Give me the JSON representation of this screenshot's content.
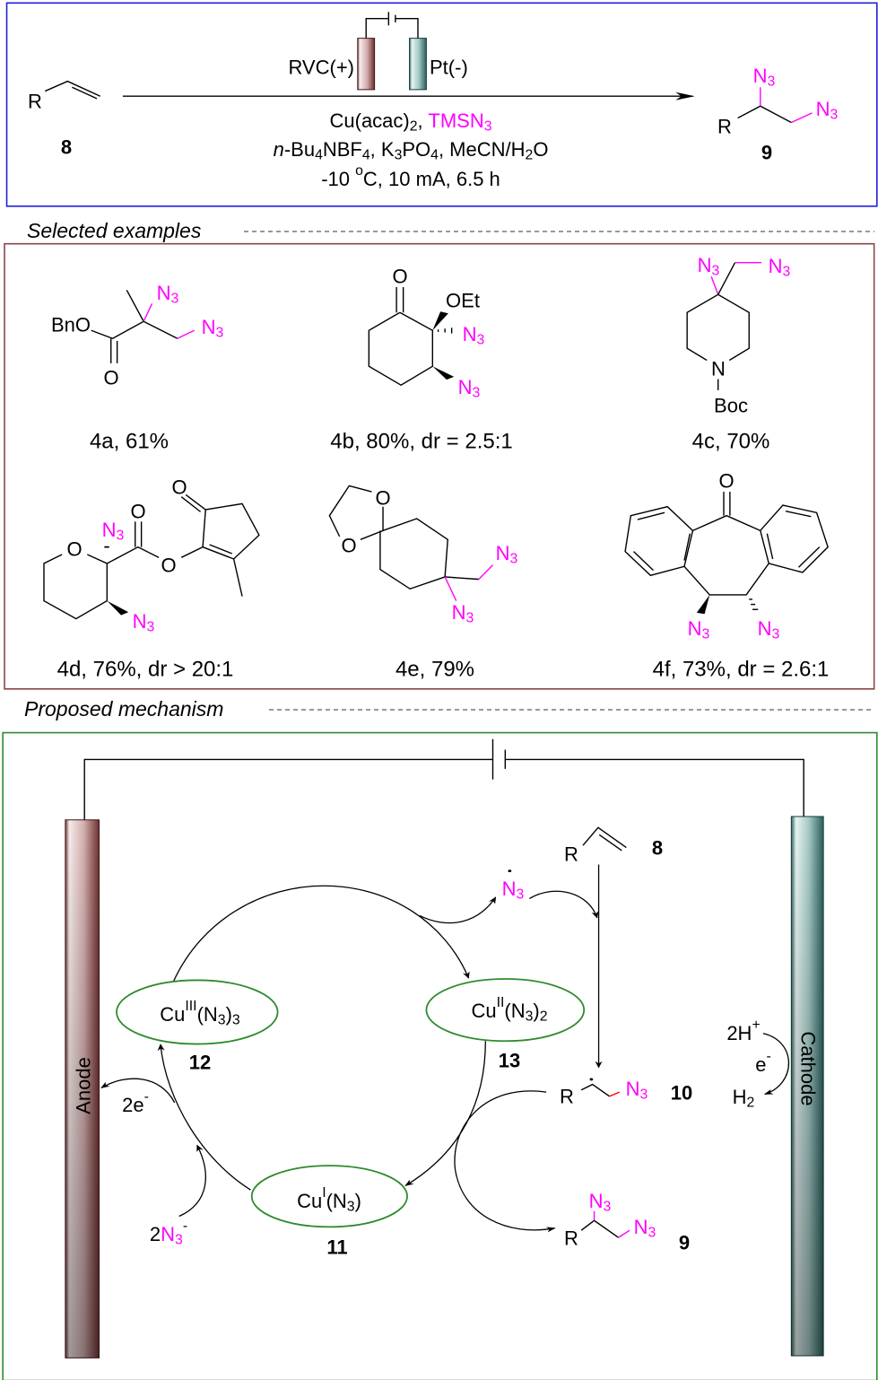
{
  "colors": {
    "azide": "#ff00ff",
    "scheme_border": "#2020e0",
    "examples_border": "#8b4545",
    "mechanism_border": "#2e8b2e",
    "catalyst_ring": "#2e8b2e"
  },
  "azide": [
    [
      "N",
      "m"
    ],
    [
      "3",
      "msub"
    ]
  ],
  "scheme": {
    "reactant_r": "R",
    "reactant_label": "8",
    "anode_label": "RVC(+)",
    "cathode_label": "Pt(-)",
    "conditions": [
      [
        [
          "Cu(acac)",
          ""
        ],
        [
          "2",
          "sub"
        ],
        [
          ", ",
          ""
        ],
        [
          "TMSN",
          "m"
        ],
        [
          "3",
          "msub"
        ]
      ],
      [
        [
          "n",
          "i"
        ],
        [
          "-Bu",
          ""
        ],
        [
          "4",
          "sub"
        ],
        [
          "NBF",
          ""
        ],
        [
          "4",
          "sub"
        ],
        [
          ", K",
          ""
        ],
        [
          "3",
          "sub"
        ],
        [
          "PO",
          ""
        ],
        [
          "4",
          "sub"
        ],
        [
          ", MeCN/H",
          ""
        ],
        [
          "2",
          "sub"
        ],
        [
          "O",
          ""
        ]
      ],
      [
        [
          "-10 ",
          ""
        ],
        [
          "o",
          "sup"
        ],
        [
          "C, 10 mA, 6.5 h",
          ""
        ]
      ]
    ],
    "product_r": "R",
    "product_label": "9"
  },
  "sections": {
    "examples_title": "Selected examples",
    "mechanism_title": "Proposed mechanism"
  },
  "examples": [
    {
      "label": "4a, 61%",
      "atoms": [
        "BnO",
        "O"
      ]
    },
    {
      "label": "4b, 80%, dr = 2.5:1",
      "atoms": [
        "O",
        "OEt"
      ]
    },
    {
      "label": "4c, 70%",
      "atoms": [
        "N",
        "Boc"
      ]
    },
    {
      "label": "4d, 76%, dr > 20:1",
      "atoms": [
        "O",
        "O",
        "O",
        "O",
        "-"
      ]
    },
    {
      "label": "4e, 79%",
      "atoms": [
        "O",
        "O"
      ]
    },
    {
      "label": "4f, 73%, dr = 2.6:1",
      "atoms": [
        "O"
      ]
    }
  ],
  "mechanism": {
    "anode": "Anode",
    "cathode": "Cathode",
    "cu3": [
      [
        "Cu",
        ""
      ],
      [
        "III",
        "sup"
      ],
      [
        "(N",
        ""
      ],
      [
        "3",
        "sub"
      ],
      [
        ")",
        ""
      ],
      [
        "3",
        "sub"
      ]
    ],
    "cu2": [
      [
        "Cu",
        ""
      ],
      [
        "II",
        "sup"
      ],
      [
        "(N",
        ""
      ],
      [
        "3",
        "sub"
      ],
      [
        ")",
        ""
      ],
      [
        "2",
        "sub"
      ]
    ],
    "cu1": [
      [
        "Cu",
        ""
      ],
      [
        "I",
        "sup"
      ],
      [
        "(N",
        ""
      ],
      [
        "3",
        "sub"
      ],
      [
        ")",
        ""
      ]
    ],
    "cu3_label": "12",
    "cu2_label": "13",
    "cu1_label": "11",
    "alkene_r": "R",
    "alkene_label": "8",
    "radical_label": "10",
    "radical_r": "R",
    "product_r": "R",
    "product_label": "9",
    "two_electrons": [
      [
        "2e",
        ""
      ],
      [
        "-",
        "sup"
      ]
    ],
    "two_azide_anion": [
      [
        "2",
        ""
      ],
      [
        "N",
        "m"
      ],
      [
        "3",
        "msub"
      ],
      [
        "-",
        "sup"
      ]
    ],
    "protons": [
      [
        "2H",
        ""
      ],
      [
        "+",
        "sup"
      ]
    ],
    "electron": [
      [
        "e",
        ""
      ],
      [
        "-",
        "sup"
      ]
    ],
    "hydrogen": [
      [
        "H",
        ""
      ],
      [
        "2",
        "sub"
      ]
    ]
  }
}
